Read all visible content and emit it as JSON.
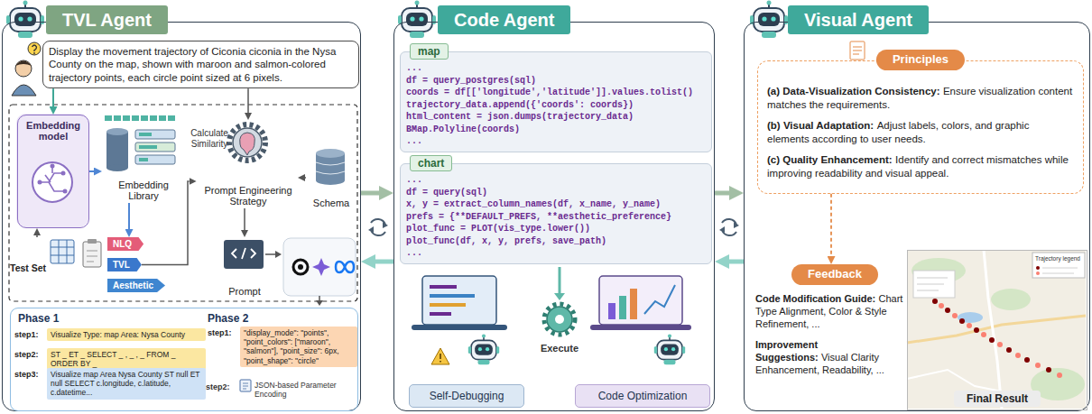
{
  "diagram": {
    "nodes": [
      {
        "text": [
          "TVL Agent"
        ]
      },
      {
        "text": [
          "Display the movement trajectory of Ciconia ciconia in the Nysa County on the map, shown with maroon and salmon-colored trajectory points, each circle point sized at 6 pixels."
        ],
        "in": 0
      },
      {
        "text": [
          "Embedding model"
        ],
        "in": 0
      },
      {
        "text": [
          "Embedding Library"
        ],
        "in": 0
      },
      {
        "text": [
          "Test Set"
        ],
        "in": 0
      },
      {
        "text": [
          "NLQ"
        ],
        "in": 0
      },
      {
        "text": [
          "TVL"
        ],
        "in": 0
      },
      {
        "text": [
          "Aesthetic"
        ],
        "in": 0
      },
      {
        "text": [
          "Prompt Engineering Strategy"
        ],
        "in": 0
      },
      {
        "text": [
          "Schema"
        ],
        "in": 0
      },
      {
        "text": [
          "Prompt"
        ],
        "in": 0
      },
      {
        "text": [
          "Phase 1",
          "Phase 2"
        ],
        "in": 0
      },
      {
        "text": [
          "step1:",
          "Visualize Type: map Area: Nysa County"
        ],
        "in": 11
      },
      {
        "text": [
          "step2:",
          "ST _ ET _ SELECT _ , _ , _ FROM _ ORDER BY _"
        ],
        "in": 11
      },
      {
        "text": [
          "step3:",
          "Visualize map Area Nysa County ST null ET null SELECT c.longitude, c.latitude, c.datetime..."
        ],
        "in": 11
      },
      {
        "text": [
          "step1:",
          "\"display_mode\": \"points\", \"point_colors\": [\"maroon\", \"salmon\"], \"point_size\": 6px, \"point_shape\": \"circle\""
        ],
        "in": 11
      },
      {
        "text": [
          "Code Agent"
        ]
      },
      {
        "text": [
          "map",
          "...",
          "df = query_postgres(sql)",
          "coords = df[['longitude','latitude']].values.tolist()",
          "trajectory_data.append({'coords': coords})",
          "html_content = json.dumps(trajectory_data)",
          "BMap.Polyline(coords)",
          "..."
        ],
        "in": 16
      },
      {
        "text": [
          "chart",
          "...",
          "df = query(sql)",
          "x, y = extract_column_names(df, x_name, y_name)",
          "prefs = {**DEFAULT_PREFS, **aesthetic_preference}",
          "plot_func = PLOT(vis_type.lower())",
          "plot_func(df, x, y, prefs, save_path)",
          "..."
        ],
        "in": 16
      },
      {
        "text": [
          "Self-Debugging"
        ],
        "in": 16
      },
      {
        "text": [
          "Code Optimization"
        ],
        "in": 16
      },
      {
        "text": [
          "Visual Agent"
        ]
      },
      {
        "text": [
          "Principles",
          "(a) Data-Visualization Consistency:",
          "Ensure visualization content matches the requirements.",
          "(b) Visual Adaptation:",
          "Adjust labels, colors, and graphic elements according to user needs.",
          "(c) Quality Enhancement:",
          "Identify and correct mismatches while improving readability and visual appeal."
        ],
        "in": 21
      },
      {
        "text": [
          "Feedback",
          "Code Modification Guide:",
          "Chart Type Alignment, Color & Style Refinement, ...",
          "Improvement Suggestions:",
          "Visual Clarity Enhancement, Readability, ..."
        ],
        "in": 21
      },
      {
        "text": [
          "Final Result"
        ],
        "in": 21
      }
    ],
    "edges": [
      {
        "from": 0,
        "to": 16,
        "arrow": "to"
      },
      {
        "from": 16,
        "to": 0,
        "arrow": "to"
      },
      {
        "from": 16,
        "to": 21,
        "arrow": "to"
      },
      {
        "from": 21,
        "to": 16,
        "arrow": "to"
      },
      {
        "from": 4,
        "to": 2,
        "arrow": "to"
      },
      {
        "from": 2,
        "to": 3,
        "arrow": "to"
      },
      {
        "from": 3,
        "to": 5,
        "arrow": "to"
      },
      {
        "from": 1,
        "to": 8,
        "arrow": "to"
      },
      {
        "from": 6,
        "to": 8,
        "arrow": "to"
      },
      {
        "from": 9,
        "to": 8,
        "arrow": "to"
      },
      {
        "from": 8,
        "to": 10,
        "arrow": "to"
      },
      {
        "from": 22,
        "to": 23,
        "arrow": "to"
      },
      {
        "from": 1,
        "to": 2,
        "arrow": "to"
      }
    ],
    "labels": [
      "Calculate Similarity",
      "Execute",
      "step2:",
      "JSON-based Parameter Encoding",
      "Trajectory legend"
    ]
  }
}
